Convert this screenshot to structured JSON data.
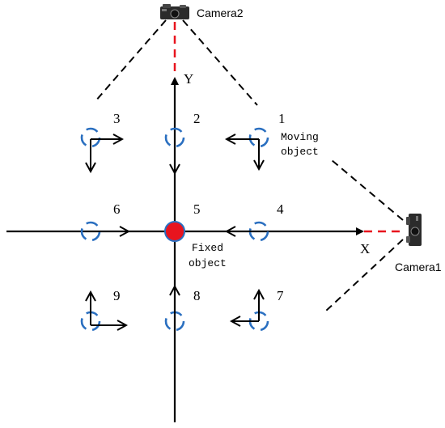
{
  "cameras": {
    "camera1": "Camera1",
    "camera2": "Camera2"
  },
  "axes": {
    "x": "X",
    "y": "Y"
  },
  "labels": {
    "moving_line1": "Moving",
    "moving_line2": "object",
    "fixed_line1": "Fixed",
    "fixed_line2": "object"
  },
  "positions": [
    "1",
    "2",
    "3",
    "4",
    "5",
    "6",
    "7",
    "8",
    "9"
  ],
  "colors": {
    "marker_blue": "#2a6fc0",
    "fixed_red": "#e8141e",
    "axis_red": "#e8141e",
    "line": "#000000"
  }
}
